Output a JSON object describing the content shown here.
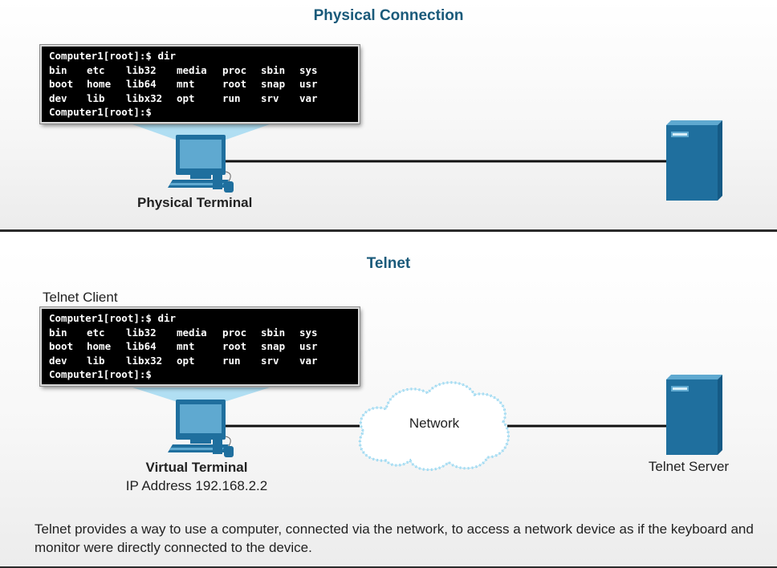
{
  "top": {
    "title": "Physical Connection",
    "terminal": {
      "prompt_line": "Computer1[root]:$ dir",
      "rows": [
        [
          "bin",
          "etc",
          "lib32",
          "media",
          "proc",
          "sbin",
          "sys"
        ],
        [
          "boot",
          "home",
          "lib64",
          "mnt",
          "root",
          "snap",
          "usr"
        ],
        [
          "dev",
          "lib",
          "libx32",
          "opt",
          "run",
          "srv",
          "var"
        ]
      ],
      "end_prompt": "Computer1[root]:$"
    },
    "pc_label": "Physical Terminal"
  },
  "bottom": {
    "title": "Telnet",
    "client_label": "Telnet Client",
    "terminal": {
      "prompt_line": "Computer1[root]:$ dir",
      "rows": [
        [
          "bin",
          "etc",
          "lib32",
          "media",
          "proc",
          "sbin",
          "sys"
        ],
        [
          "boot",
          "home",
          "lib64",
          "mnt",
          "root",
          "snap",
          "usr"
        ],
        [
          "dev",
          "lib",
          "libx32",
          "opt",
          "run",
          "srv",
          "var"
        ]
      ],
      "end_prompt": "Computer1[root]:$"
    },
    "pc_label": "Virtual Terminal",
    "ip_label": "IP Address 192.168.2.2",
    "network_label": "Network",
    "server_label": "Telnet Server"
  },
  "caption": "Telnet provides a way to use a computer, connected via the network, to access a network device as if the keyboard and monitor were directly connected to the device.",
  "colors": {
    "title": "#1a5a7a",
    "device_blue": "#1f6f9e",
    "device_light": "#5fa9d0",
    "beam": "#a8dcf2",
    "link": "#111111"
  },
  "icons": [
    "computer-icon",
    "server-icon",
    "cloud-icon"
  ]
}
